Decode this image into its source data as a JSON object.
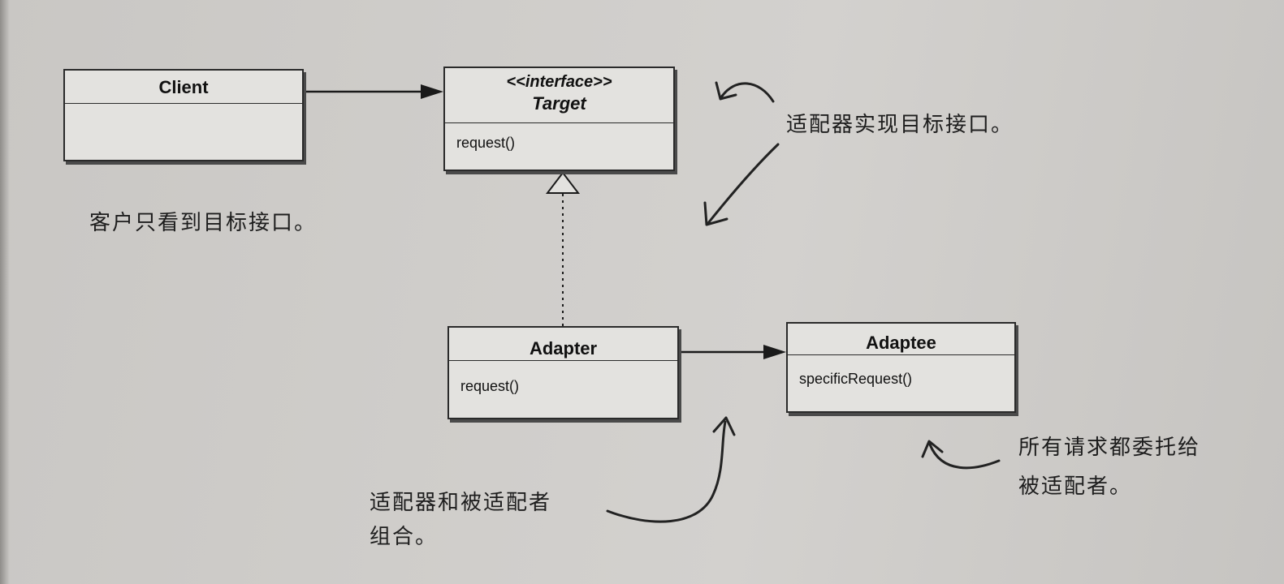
{
  "classes": {
    "client": {
      "name": "Client",
      "methods": []
    },
    "target": {
      "stereotype": "<<interface>>",
      "name": "Target",
      "methods": [
        "request()"
      ]
    },
    "adapter": {
      "name": "Adapter",
      "methods": [
        "request()"
      ]
    },
    "adaptee": {
      "name": "Adaptee",
      "methods": [
        "specificRequest()"
      ]
    }
  },
  "relations": [
    {
      "from": "Client",
      "to": "Target",
      "kind": "association"
    },
    {
      "from": "Adapter",
      "to": "Target",
      "kind": "realization"
    },
    {
      "from": "Adapter",
      "to": "Adaptee",
      "kind": "association"
    }
  ],
  "annotations": {
    "adapter_implements": "适配器实现目标接口。",
    "client_sees": "客户只看到目标接口。",
    "composition_line1": "适配器和被适配者",
    "composition_line2": "组合。",
    "delegation_line1": "所有请求都委托给",
    "delegation_line2": "被适配者。"
  }
}
